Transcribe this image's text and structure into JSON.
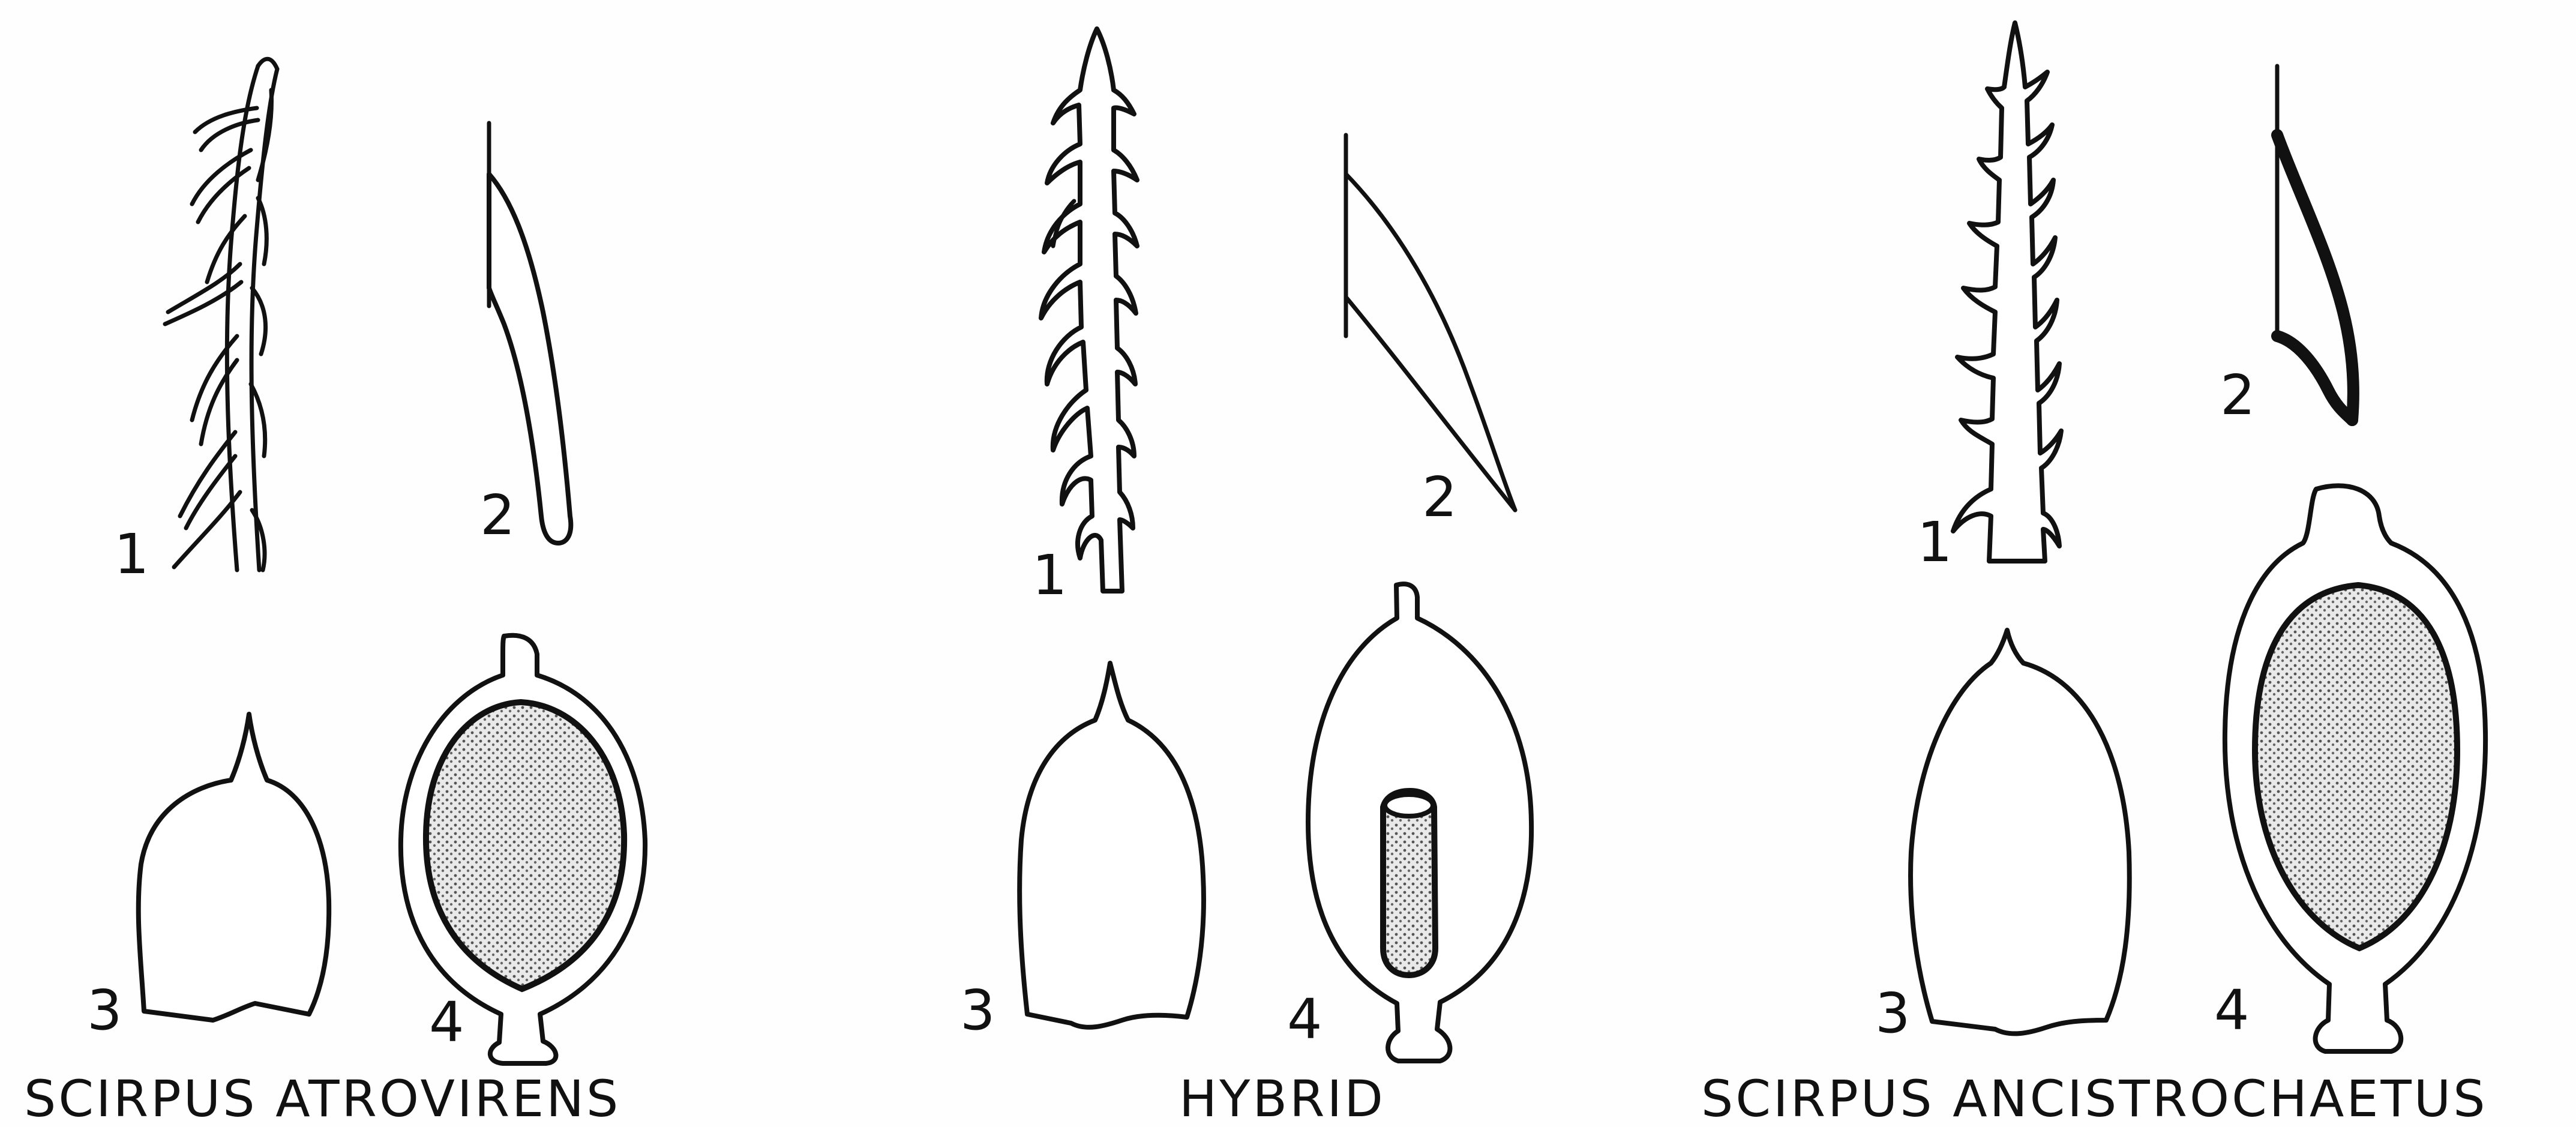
{
  "panels": [
    {
      "title": "SCIRPUS ATROVIRENS",
      "labels": [
        "1",
        "2",
        "3",
        "4"
      ]
    },
    {
      "title": "HYBRID",
      "labels": [
        "1",
        "2",
        "3",
        "4"
      ]
    },
    {
      "title": "SCIRPUS ANCISTROCHAETUS",
      "labels": [
        "1",
        "2",
        "3",
        "4"
      ]
    }
  ],
  "colors": {
    "ink": "#111111",
    "paper": "#fefefe"
  }
}
